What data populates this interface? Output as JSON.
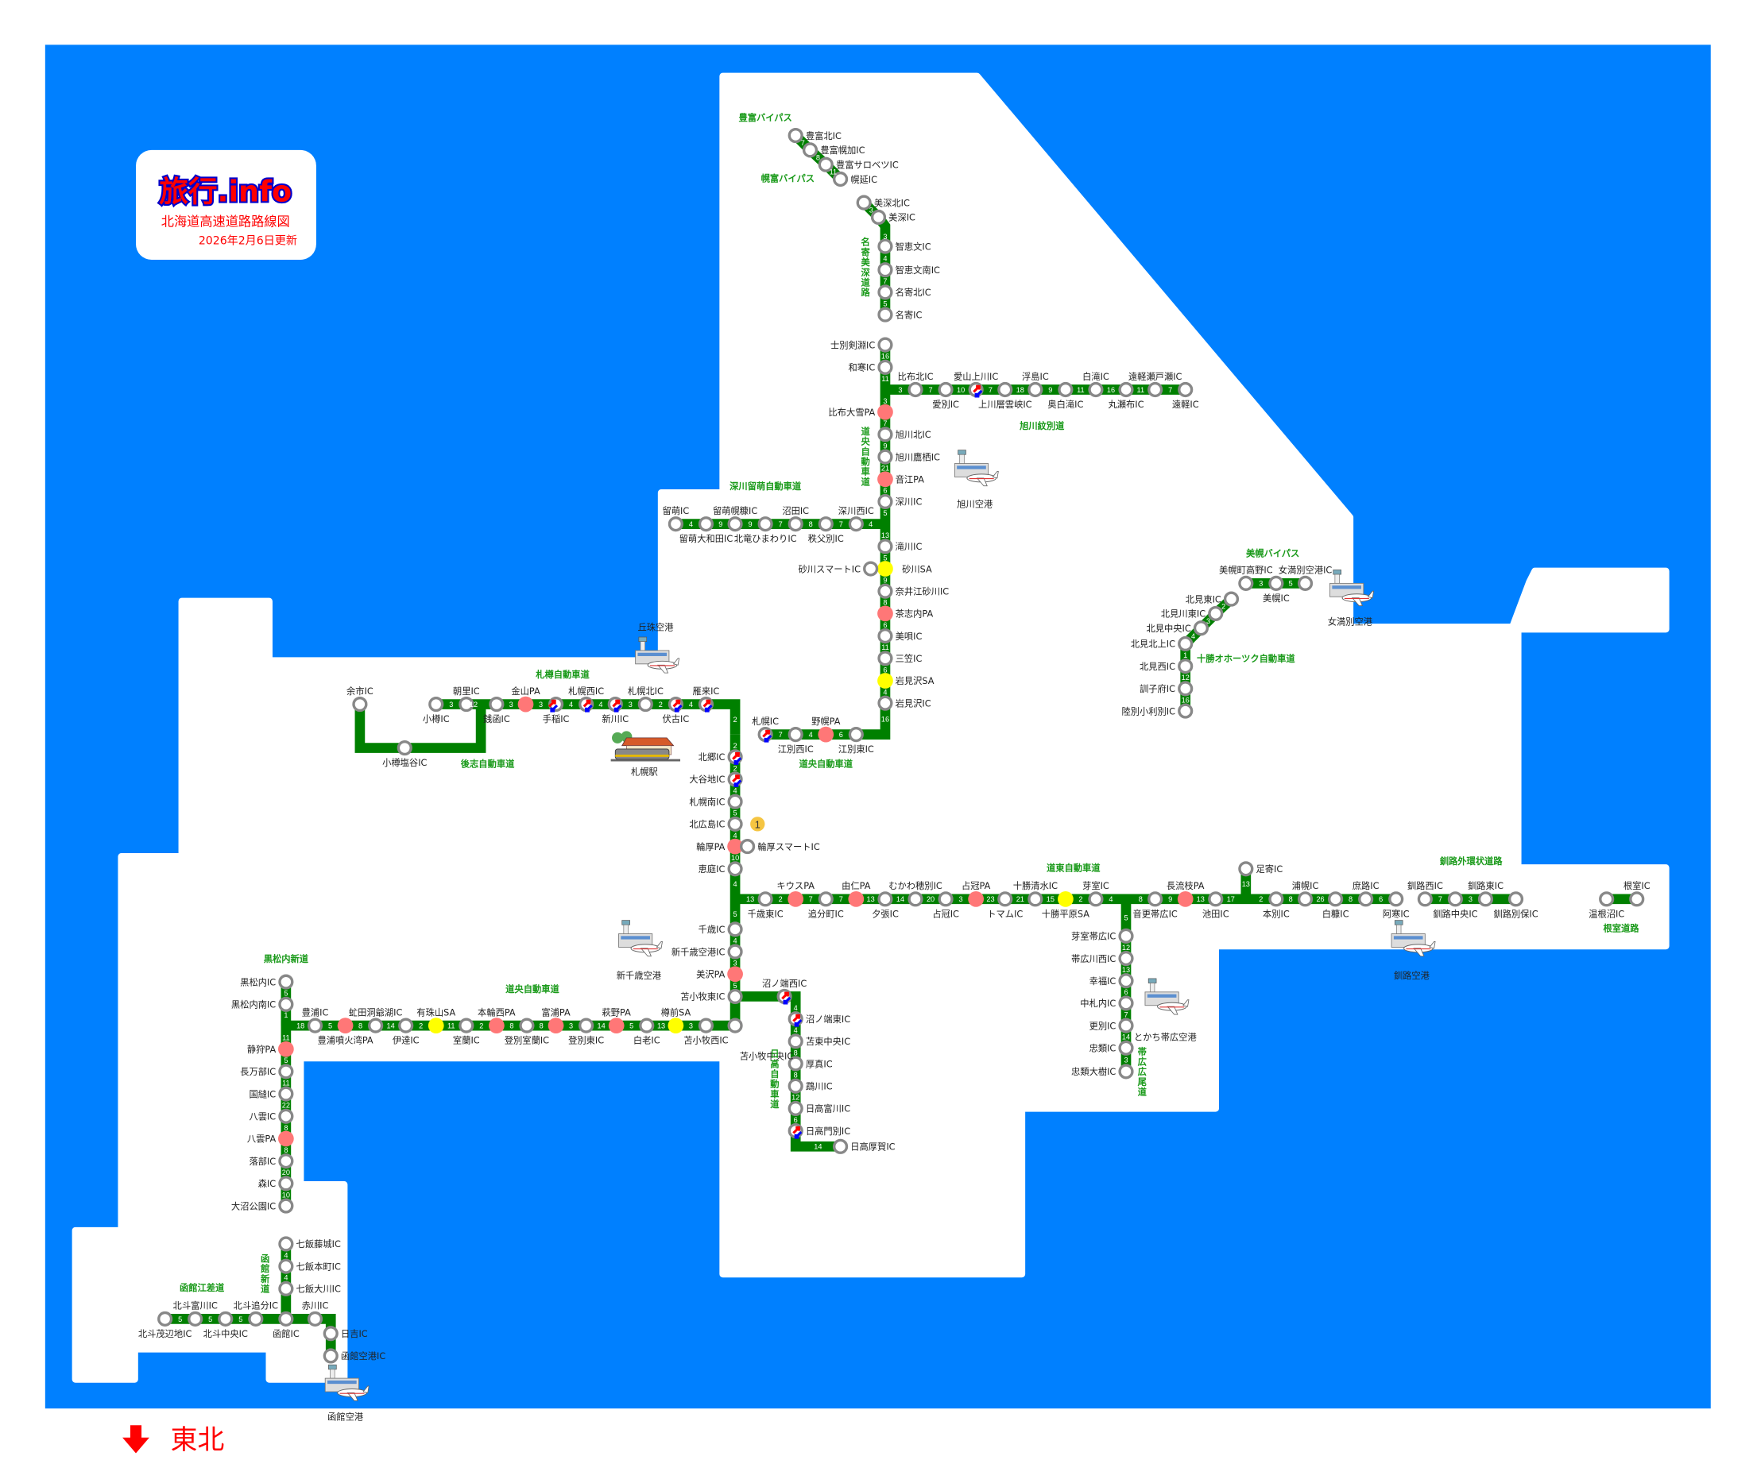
{
  "logo": {
    "brand": "旅行.info",
    "title": "北海道高速道路路線図",
    "updated": "2026年2月6日更新"
  },
  "colors": {
    "sea": "#0080ff",
    "land": "#ffffff",
    "road": "#008000",
    "route_label": "#1a9a1a",
    "pa": "#ff7777",
    "sa": "#ffff00",
    "ic_ring": "#888888",
    "accent_red": "#ff0000"
  },
  "routes": [
    {
      "id": "toyotomi",
      "nodes": [
        {
          "n": "豊富北IC",
          "t": "ic"
        },
        {
          "n": "豊富幌加IC",
          "t": "ic"
        },
        {
          "n": "豊富サロベツIC",
          "t": "ic"
        },
        {
          "n": "幌延IC",
          "t": "ic"
        }
      ],
      "dist": [
        7,
        8,
        11
      ]
    },
    {
      "id": "nayoro",
      "nodes": [
        {
          "n": "美深北IC",
          "t": "ic"
        },
        {
          "n": "美深IC",
          "t": "ic"
        },
        {
          "n": "智恵文IC",
          "t": "ic"
        },
        {
          "n": "智恵文南IC",
          "t": "ic"
        },
        {
          "n": "名寄北IC",
          "t": "ic"
        },
        {
          "n": "名寄IC",
          "t": "ic"
        }
      ],
      "dist": [
        3,
        3,
        4,
        7,
        5
      ]
    },
    {
      "id": "doo-north",
      "nodes": [
        {
          "n": "士別剣淵IC",
          "t": "ic"
        },
        {
          "n": "和寒IC",
          "t": "ic"
        },
        {
          "n": "",
          "t": "jct"
        },
        {
          "n": "比布大雪PA",
          "t": "pa"
        },
        {
          "n": "旭川北IC",
          "t": "ic"
        },
        {
          "n": "旭川鷹栖IC",
          "t": "ic"
        },
        {
          "n": "音江PA",
          "t": "pa"
        },
        {
          "n": "深川IC",
          "t": "ic"
        },
        {
          "n": "",
          "t": "jct"
        },
        {
          "n": "滝川IC",
          "t": "ic"
        },
        {
          "n": "砂川SA",
          "t": "sa"
        },
        {
          "n": "奈井江砂川IC",
          "t": "ic"
        },
        {
          "n": "茶志内PA",
          "t": "pa"
        },
        {
          "n": "美唄IC",
          "t": "ic"
        },
        {
          "n": "三笠IC",
          "t": "ic"
        },
        {
          "n": "岩見沢SA",
          "t": "sa"
        },
        {
          "n": "岩見沢IC",
          "t": "ic"
        },
        {
          "n": "江別東IC",
          "t": "ic"
        },
        {
          "n": "野幌PA",
          "t": "pa"
        },
        {
          "n": "江別西IC",
          "t": "ic"
        },
        {
          "n": "札幌IC",
          "t": "ic"
        }
      ],
      "dist": [
        16,
        11,
        3,
        7,
        9,
        21,
        6,
        5,
        13,
        5,
        9,
        8,
        6,
        11,
        6,
        4,
        16,
        6,
        4,
        7
      ]
    },
    {
      "id": "asahikawa-mombetsu",
      "nodes": [
        {
          "n": "",
          "t": "jct"
        },
        {
          "n": "比布北IC",
          "t": "ic"
        },
        {
          "n": "愛別IC",
          "t": "ic"
        },
        {
          "n": "愛山上川IC",
          "t": "ic"
        },
        {
          "n": "上川層雲峡IC",
          "t": "ic"
        },
        {
          "n": "浮島IC",
          "t": "ic"
        },
        {
          "n": "奥白滝IC",
          "t": "ic"
        },
        {
          "n": "白滝IC",
          "t": "ic"
        },
        {
          "n": "丸瀬布IC",
          "t": "ic"
        },
        {
          "n": "遠軽瀬戸瀬IC",
          "t": "ic"
        },
        {
          "n": "遠軽IC",
          "t": "ic"
        }
      ],
      "dist": [
        3,
        7,
        10,
        7,
        18,
        9,
        11,
        16,
        11,
        7
      ]
    },
    {
      "id": "fukagawa-rumoi",
      "nodes": [
        {
          "n": "留萌IC",
          "t": "ic"
        },
        {
          "n": "留萌大和田IC",
          "t": "ic"
        },
        {
          "n": "留萌幌糠IC",
          "t": "ic"
        },
        {
          "n": "北竜ひまわりIC",
          "t": "ic"
        },
        {
          "n": "沼田IC",
          "t": "ic"
        },
        {
          "n": "秩父別IC",
          "t": "ic"
        },
        {
          "n": "深川西IC",
          "t": "ic"
        },
        {
          "n": "",
          "t": "jct"
        }
      ],
      "dist": [
        4,
        9,
        9,
        7,
        8,
        7,
        4
      ]
    },
    {
      "id": "sasson",
      "nodes": [
        {
          "n": "小樽IC",
          "t": "ic"
        },
        {
          "n": "朝里IC",
          "t": "ic"
        },
        {
          "n": "",
          "t": "jct"
        },
        {
          "n": "銭函IC",
          "t": "ic"
        },
        {
          "n": "金山PA",
          "t": "pa"
        },
        {
          "n": "手稲IC",
          "t": "ic"
        },
        {
          "n": "札幌西IC",
          "t": "ic"
        },
        {
          "n": "新川IC",
          "t": "ic"
        },
        {
          "n": "札幌北IC",
          "t": "ic"
        },
        {
          "n": "伏古IC",
          "t": "ic"
        },
        {
          "n": "雁来IC",
          "t": "ic"
        },
        {
          "n": "",
          "t": "jct"
        }
      ],
      "dist": [
        3,
        12,
        null,
        3,
        3,
        4,
        4,
        3,
        2,
        4,
        2
      ]
    },
    {
      "id": "shiribeshi",
      "nodes": [
        {
          "n": "余市IC",
          "t": "ic"
        },
        {
          "n": "小樽塩谷IC",
          "t": "ic"
        },
        {
          "n": "",
          "t": "jct"
        }
      ],
      "dist": [
        null,
        null
      ]
    },
    {
      "id": "doo-south",
      "nodes": [
        {
          "n": "",
          "t": "jct"
        },
        {
          "n": "北郷IC",
          "t": "ic"
        },
        {
          "n": "大谷地IC",
          "t": "ic"
        },
        {
          "n": "札幌南IC",
          "t": "ic"
        },
        {
          "n": "北広島IC",
          "t": "ic"
        },
        {
          "n": "輪厚PA",
          "t": "pa"
        },
        {
          "n": "恵庭IC",
          "t": "ic"
        },
        {
          "n": "",
          "t": "jct"
        },
        {
          "n": "千歳IC",
          "t": "ic"
        },
        {
          "n": "新千歳空港IC",
          "t": "ic"
        },
        {
          "n": "美沢PA",
          "t": "pa"
        },
        {
          "n": "苫小牧東IC",
          "t": "ic"
        },
        {
          "n": "苫小牧中央IC",
          "t": "ic"
        },
        {
          "n": "苫小牧西IC",
          "t": "ic"
        },
        {
          "n": "樽前SA",
          "t": "sa"
        },
        {
          "n": "白老IC",
          "t": "ic"
        },
        {
          "n": "萩野PA",
          "t": "pa"
        },
        {
          "n": "登別東IC",
          "t": "ic"
        },
        {
          "n": "富浦PA",
          "t": "pa"
        },
        {
          "n": "登別室蘭IC",
          "t": "ic"
        },
        {
          "n": "本輪西PA",
          "t": "pa"
        },
        {
          "n": "室蘭IC",
          "t": "ic"
        },
        {
          "n": "有珠山SA",
          "t": "sa"
        },
        {
          "n": "伊達IC",
          "t": "ic"
        },
        {
          "n": "虻田洞爺湖IC",
          "t": "ic"
        },
        {
          "n": "豊浦噴火湾PA",
          "t": "pa"
        },
        {
          "n": "豊浦IC",
          "t": "ic"
        },
        {
          "n": "",
          "t": "jct"
        },
        {
          "n": "静狩PA",
          "t": "pa"
        },
        {
          "n": "長万部IC",
          "t": "ic"
        },
        {
          "n": "国縫IC",
          "t": "ic"
        },
        {
          "n": "八雲IC",
          "t": "ic"
        },
        {
          "n": "八雲PA",
          "t": "pa"
        },
        {
          "n": "落部IC",
          "t": "ic"
        },
        {
          "n": "森IC",
          "t": "ic"
        },
        {
          "n": "大沼公園IC",
          "t": "ic"
        }
      ],
      "dist": [
        2,
        2,
        4,
        5,
        4,
        10,
        4,
        5,
        4,
        3,
        5,
        null,
        null,
        3,
        13,
        5,
        14,
        3,
        8,
        8,
        2,
        11,
        2,
        14,
        8,
        5,
        18,
        11,
        5,
        11,
        22,
        8,
        8,
        20,
        10
      ]
    },
    {
      "id": "kuromatsunai",
      "nodes": [
        {
          "n": "黒松内IC",
          "t": "ic"
        },
        {
          "n": "黒松内南IC",
          "t": "ic"
        },
        {
          "n": "",
          "t": "jct"
        }
      ],
      "dist": [
        5,
        1
      ]
    },
    {
      "id": "doto",
      "nodes": [
        {
          "n": "",
          "t": "jct"
        },
        {
          "n": "千歳東IC",
          "t": "ic"
        },
        {
          "n": "キウスPA",
          "t": "pa"
        },
        {
          "n": "追分町IC",
          "t": "ic"
        },
        {
          "n": "由仁PA",
          "t": "pa"
        },
        {
          "n": "夕張IC",
          "t": "ic"
        },
        {
          "n": "むかわ穂別IC",
          "t": "ic"
        },
        {
          "n": "占冠IC",
          "t": "ic"
        },
        {
          "n": "占冠PA",
          "t": "pa"
        },
        {
          "n": "トマムIC",
          "t": "ic"
        },
        {
          "n": "十勝清水IC",
          "t": "ic"
        },
        {
          "n": "十勝平原SA",
          "t": "sa"
        },
        {
          "n": "芽室IC",
          "t": "ic"
        },
        {
          "n": "",
          "t": "jct"
        },
        {
          "n": "音更帯広IC",
          "t": "ic"
        },
        {
          "n": "長流枝PA",
          "t": "pa"
        },
        {
          "n": "池田IC",
          "t": "ic"
        },
        {
          "n": "",
          "t": "jct"
        },
        {
          "n": "本別IC",
          "t": "ic"
        },
        {
          "n": "浦幌IC",
          "t": "ic"
        },
        {
          "n": "白糠IC",
          "t": "ic"
        },
        {
          "n": "庶路IC",
          "t": "ic"
        },
        {
          "n": "阿寒IC",
          "t": "ic"
        }
      ],
      "dist": [
        13,
        2,
        7,
        7,
        13,
        14,
        20,
        3,
        23,
        21,
        15,
        2,
        4,
        8,
        9,
        13,
        17,
        2,
        8,
        26,
        8,
        6
      ]
    },
    {
      "id": "ashoro",
      "nodes": [
        {
          "n": "足寄IC",
          "t": "ic"
        },
        {
          "n": "",
          "t": "jct"
        }
      ],
      "dist": [
        13
      ]
    },
    {
      "id": "obihiro-hiroo",
      "nodes": [
        {
          "n": "",
          "t": "jct"
        },
        {
          "n": "芽室帯広IC",
          "t": "ic"
        },
        {
          "n": "帯広川西IC",
          "t": "ic"
        },
        {
          "n": "幸福IC",
          "t": "ic"
        },
        {
          "n": "中札内IC",
          "t": "ic"
        },
        {
          "n": "更別IC",
          "t": "ic"
        },
        {
          "n": "忠類IC",
          "t": "ic"
        },
        {
          "n": "忠類大樹IC",
          "t": "ic"
        }
      ],
      "dist": [
        5,
        12,
        13,
        6,
        7,
        14,
        3
      ]
    },
    {
      "id": "kushiro",
      "nodes": [
        {
          "n": "釧路西IC",
          "t": "ic"
        },
        {
          "n": "釧路中央IC",
          "t": "ic"
        },
        {
          "n": "釧路東IC",
          "t": "ic"
        },
        {
          "n": "釧路別保IC",
          "t": "ic"
        }
      ],
      "dist": [
        7,
        3,
        null
      ]
    },
    {
      "id": "nemuro",
      "nodes": [
        {
          "n": "温根沼IC",
          "t": "ic"
        },
        {
          "n": "根室IC",
          "t": "ic"
        }
      ],
      "dist": [
        null
      ]
    },
    {
      "id": "hidaka",
      "nodes": [
        {
          "n": "",
          "t": "jct"
        },
        {
          "n": "沼ノ端西IC",
          "t": "ic"
        },
        {
          "n": "沼ノ端東IC",
          "t": "ic"
        },
        {
          "n": "苫東中央IC",
          "t": "ic"
        },
        {
          "n": "厚真IC",
          "t": "ic"
        },
        {
          "n": "鵡川IC",
          "t": "ic"
        },
        {
          "n": "日高富川IC",
          "t": "ic"
        },
        {
          "n": "日高門別IC",
          "t": "ic"
        },
        {
          "n": "日高厚賀IC",
          "t": "ic"
        }
      ],
      "dist": [
        null,
        4,
        4,
        8,
        8,
        12,
        6,
        14
      ]
    },
    {
      "id": "tokachi-okhotsk",
      "nodes": [
        {
          "n": "北見東IC",
          "t": "ic"
        },
        {
          "n": "北見川東IC",
          "t": "ic"
        },
        {
          "n": "北見中央IC",
          "t": "ic"
        },
        {
          "n": "北見北上IC",
          "t": "ic"
        },
        {
          "n": "北見西IC",
          "t": "ic"
        },
        {
          "n": "訓子府IC",
          "t": "ic"
        },
        {
          "n": "陸別小利別IC",
          "t": "ic"
        }
      ],
      "dist": [
        2,
        3,
        4,
        1,
        12,
        16
      ]
    },
    {
      "id": "bihoro",
      "nodes": [
        {
          "n": "美幌町高野IC",
          "t": "ic"
        },
        {
          "n": "美幌IC",
          "t": "ic"
        },
        {
          "n": "女満別空港IC",
          "t": "ic"
        }
      ],
      "dist": [
        3,
        5
      ]
    },
    {
      "id": "hakodate-shindo",
      "nodes": [
        {
          "n": "七飯藤城IC",
          "t": "ic"
        },
        {
          "n": "七飯本町IC",
          "t": "ic"
        },
        {
          "n": "七飯大川IC",
          "t": "ic"
        },
        {
          "n": "函館IC",
          "t": "ic"
        },
        {
          "n": "赤川IC",
          "t": "ic"
        },
        {
          "n": "日吉IC",
          "t": "ic"
        },
        {
          "n": "函館空港IC",
          "t": "ic"
        }
      ],
      "dist": [
        4,
        4,
        null,
        null,
        null,
        null
      ]
    },
    {
      "id": "esashi",
      "nodes": [
        {
          "n": "北斗茂辺地IC",
          "t": "ic"
        },
        {
          "n": "北斗富川IC",
          "t": "ic"
        },
        {
          "n": "北斗中央IC",
          "t": "ic"
        },
        {
          "n": "北斗追分IC",
          "t": "ic"
        },
        {
          "n": "",
          "t": "jct"
        }
      ],
      "dist": [
        5,
        5,
        5,
        null
      ]
    }
  ],
  "extra_stations": [
    {
      "n": "砂川スマートIC",
      "t": "ic"
    },
    {
      "n": "輪厚スマートIC",
      "t": "ic"
    }
  ],
  "route_labels": [
    {
      "text": "豊富バイパス"
    },
    {
      "text": "幌富バイパス"
    },
    {
      "text": "名寄美深道路"
    },
    {
      "text": "道央自動車道"
    },
    {
      "text": "旭川紋別道"
    },
    {
      "text": "深川留萌自動車道"
    },
    {
      "text": "札樽自動車道"
    },
    {
      "text": "後志自動車道"
    },
    {
      "text": "道央自動車道"
    },
    {
      "text": "道東自動車道"
    },
    {
      "text": "美幌バイパス"
    },
    {
      "text": "十勝オホーツク自動車道"
    },
    {
      "text": "釧路外環状道路"
    },
    {
      "text": "根室道路"
    },
    {
      "text": "帯広広尾道"
    },
    {
      "text": "日高自動車道"
    },
    {
      "text": "道央自動車道"
    },
    {
      "text": "黒松内新道"
    },
    {
      "text": "函館新道"
    },
    {
      "text": "函館江差道"
    }
  ],
  "landmarks": [
    {
      "n": "丘珠空港",
      "t": "airport"
    },
    {
      "n": "旭川空港",
      "t": "airport"
    },
    {
      "n": "新千歳空港",
      "t": "airport"
    },
    {
      "n": "女満別空港",
      "t": "airport"
    },
    {
      "n": "とかち帯広空港",
      "t": "airport"
    },
    {
      "n": "釧路空港",
      "t": "airport"
    },
    {
      "n": "函館空港",
      "t": "airport"
    },
    {
      "n": "札幌駅",
      "t": "station"
    }
  ],
  "badge": {
    "text": "1"
  },
  "footer": {
    "direction_icon": "arrow-down-icon",
    "text": "東北"
  }
}
